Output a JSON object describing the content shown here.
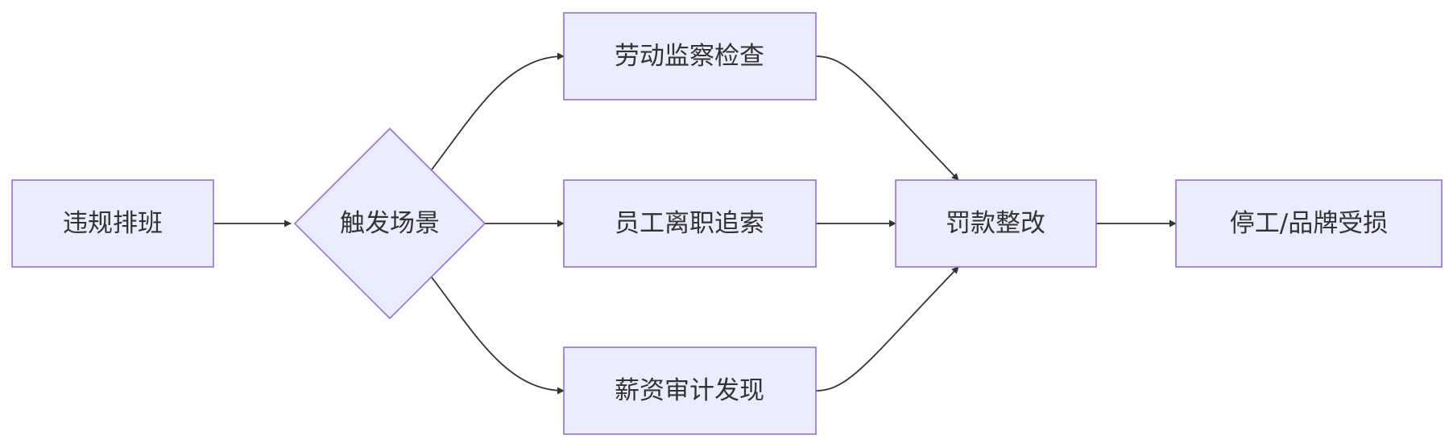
{
  "diagram": {
    "type": "flowchart",
    "colors": {
      "node_fill": "#ECECFF",
      "node_stroke": "#9370DB",
      "edge": "#333333",
      "text": "#333333"
    },
    "nodes": {
      "violation": {
        "label": "违规排班",
        "shape": "rect"
      },
      "trigger": {
        "label": "触发场景",
        "shape": "diamond"
      },
      "inspection": {
        "label": "劳动监察检查",
        "shape": "rect"
      },
      "claim": {
        "label": "员工离职追索",
        "shape": "rect"
      },
      "audit": {
        "label": "薪资审计发现",
        "shape": "rect"
      },
      "fine": {
        "label": "罚款整改",
        "shape": "rect"
      },
      "suspension": {
        "label": "停工/品牌受损",
        "shape": "rect"
      }
    },
    "edges": [
      {
        "from": "violation",
        "to": "trigger"
      },
      {
        "from": "trigger",
        "to": "inspection"
      },
      {
        "from": "trigger",
        "to": "claim"
      },
      {
        "from": "trigger",
        "to": "audit"
      },
      {
        "from": "inspection",
        "to": "fine"
      },
      {
        "from": "claim",
        "to": "fine"
      },
      {
        "from": "audit",
        "to": "fine"
      },
      {
        "from": "fine",
        "to": "suspension"
      }
    ]
  }
}
